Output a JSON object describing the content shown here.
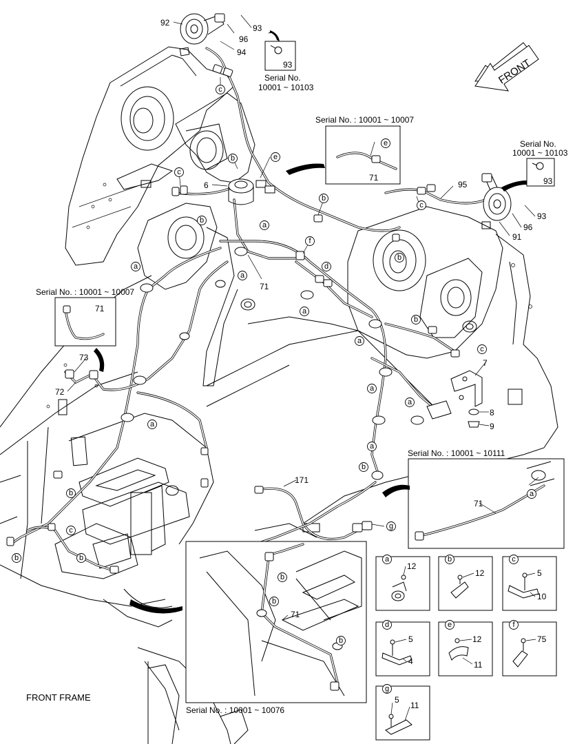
{
  "front_arrow": {
    "label": "FRONT"
  },
  "frame_title": "FRONT FRAME",
  "serial_notes": {
    "top_left": [
      "Serial No.",
      "10001 ~ 10103"
    ],
    "top_center": "Serial No. : 10001 ~ 10007",
    "right": [
      "Serial No.",
      "10001 ~ 10103"
    ],
    "left": "Serial No. : 10001 ~ 10007",
    "lower_right": "Serial No. : 10001 ~ 10111",
    "bottom": "Serial No. : 10001 ~ 10076"
  },
  "part_numbers": {
    "p92": "92",
    "p96a": "96",
    "p93a": "93",
    "p94": "94",
    "p93b": "93",
    "p6": "6",
    "p71a": "71",
    "p95": "95",
    "p93c": "93",
    "p96b": "96",
    "p91": "91",
    "p93d": "93",
    "p71b": "71",
    "p71c": "71",
    "p73": "73",
    "p72": "72",
    "p7": "7",
    "p8": "8",
    "p9": "9",
    "p171": "171",
    "p71d": "71",
    "p71e": "71"
  },
  "clip_refs": {
    "a": "a",
    "b": "b",
    "c": "c",
    "d": "d",
    "e": "e",
    "f": "f",
    "g": "g"
  },
  "detail_boxes": [
    {
      "id": "a",
      "parts": [
        "12"
      ]
    },
    {
      "id": "b",
      "parts": [
        "12"
      ]
    },
    {
      "id": "c",
      "parts": [
        "5",
        "10"
      ]
    },
    {
      "id": "d",
      "parts": [
        "5",
        "4"
      ]
    },
    {
      "id": "e",
      "parts": [
        "12",
        "11"
      ]
    },
    {
      "id": "f",
      "parts": [
        "75"
      ]
    },
    {
      "id": "g",
      "parts": [
        "5",
        "11"
      ]
    }
  ]
}
